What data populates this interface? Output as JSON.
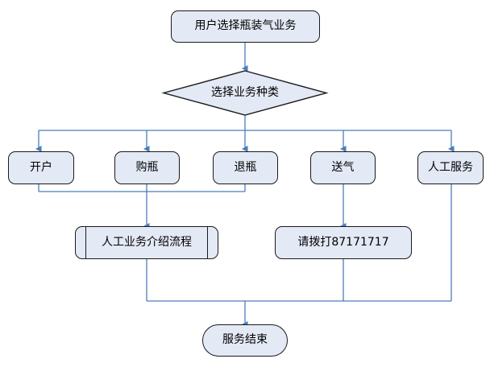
{
  "diagram": {
    "type": "flowchart",
    "title_text": "用户选择瓶装气业务",
    "colors": {
      "node_fill": "#e3e9f5",
      "node_stroke": "#1a1a1a",
      "connector": "#4a7ebb",
      "background": "#ffffff"
    },
    "nodes": [
      {
        "id": "start",
        "shape": "rounded-rectangle",
        "label": "用户选择瓶装气业务"
      },
      {
        "id": "decide",
        "shape": "diamond",
        "label": "选择业务种类"
      },
      {
        "id": "opt1",
        "shape": "rounded-rectangle",
        "label": "开户"
      },
      {
        "id": "opt2",
        "shape": "rounded-rectangle",
        "label": "购瓶"
      },
      {
        "id": "opt3",
        "shape": "rounded-rectangle",
        "label": "退瓶"
      },
      {
        "id": "opt4",
        "shape": "rounded-rectangle",
        "label": "送气"
      },
      {
        "id": "opt5",
        "shape": "rounded-rectangle",
        "label": "人工服务"
      },
      {
        "id": "proc1",
        "shape": "predefined-process",
        "label": "人工业务介绍流程"
      },
      {
        "id": "proc2",
        "shape": "rounded-rectangle",
        "label": "请拨打87171717"
      },
      {
        "id": "end",
        "shape": "stadium",
        "label": "服务结束"
      }
    ],
    "edges": [
      {
        "from": "start",
        "to": "decide"
      },
      {
        "from": "decide",
        "to": "opt1"
      },
      {
        "from": "decide",
        "to": "opt2"
      },
      {
        "from": "decide",
        "to": "opt3"
      },
      {
        "from": "decide",
        "to": "opt4"
      },
      {
        "from": "decide",
        "to": "opt5"
      },
      {
        "from": "opt1",
        "to": "proc1"
      },
      {
        "from": "opt2",
        "to": "proc1"
      },
      {
        "from": "opt3",
        "to": "proc1"
      },
      {
        "from": "opt4",
        "to": "proc2"
      },
      {
        "from": "proc1",
        "to": "end"
      },
      {
        "from": "proc2",
        "to": "end"
      },
      {
        "from": "opt5",
        "to": "end"
      }
    ]
  }
}
